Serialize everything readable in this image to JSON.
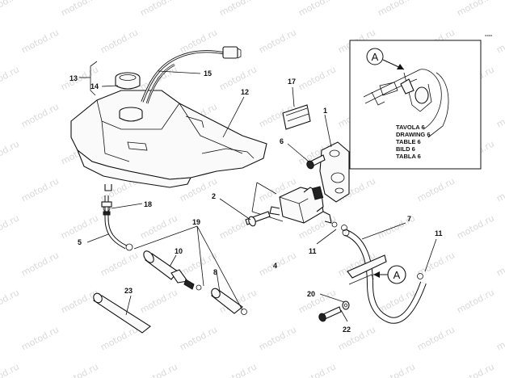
{
  "watermark": "motod.ru",
  "sheet_marker": "----",
  "callouts": {
    "c1": "1",
    "c2": "2",
    "c4": "4",
    "c5": "5",
    "c6": "6",
    "c7": "7",
    "c8": "8",
    "c10": "10",
    "c11a": "11",
    "c11b": "11",
    "c12": "12",
    "c13": "13",
    "c14": "14",
    "c15": "15",
    "c17": "17",
    "c18": "18",
    "c19": "19",
    "c20": "20",
    "c22": "22",
    "c23": "23"
  },
  "detail_ref": "A",
  "inset": {
    "ref_letter": "A",
    "lines": [
      "TAVOLA 6",
      "DRAWING 6",
      "TABLE 6",
      "BILD 6",
      "TABLA 6"
    ]
  },
  "icons": [
    "reservoir-tank-icon",
    "filler-cap-icon",
    "solenoid-valve-icon",
    "fuel-filter-icon",
    "hose-icon",
    "bracket-icon",
    "screw-icon",
    "clamp-icon"
  ]
}
